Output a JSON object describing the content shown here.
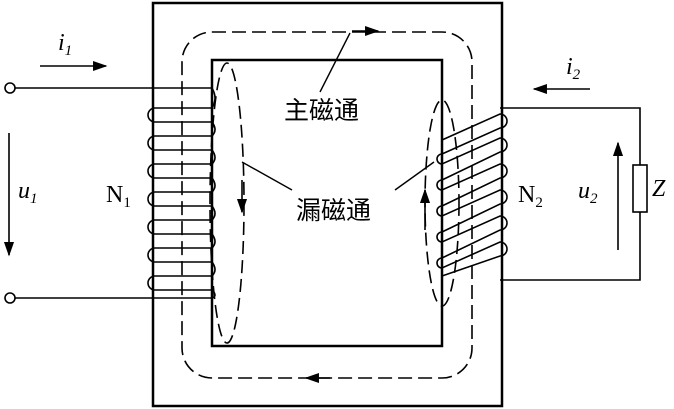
{
  "labels": {
    "i1": {
      "main": "i",
      "sub": "1"
    },
    "i2": {
      "main": "i",
      "sub": "2"
    },
    "u1": {
      "main": "u",
      "sub": "1"
    },
    "u2": {
      "main": "u",
      "sub": "2"
    },
    "N1": {
      "main": "N",
      "sub": "1"
    },
    "N2": {
      "main": "N",
      "sub": "2"
    },
    "Z": "Z",
    "main_flux": "主磁通",
    "leakage_flux": "漏磁通"
  }
}
